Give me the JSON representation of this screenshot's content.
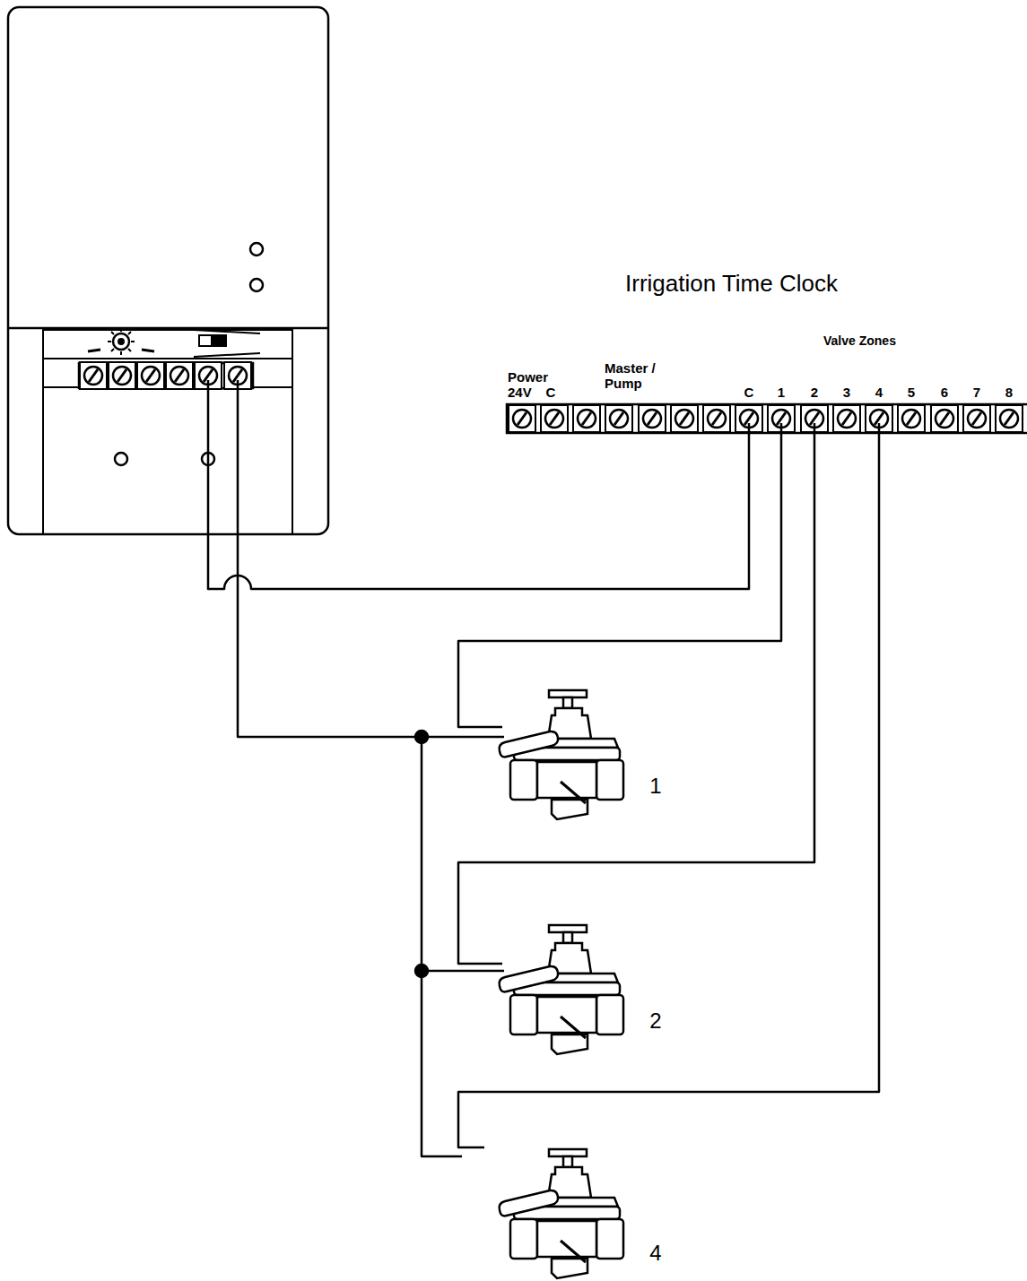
{
  "diagram": {
    "title": "Irrigation Time Clock",
    "labels": [
      "Valve Zones",
      "Power",
      "24V",
      "C",
      "Master /",
      "Pump",
      "C",
      "1",
      "2",
      "3",
      "4",
      "5",
      "6",
      "7",
      "8",
      "1",
      "2",
      "4"
    ]
  }
}
